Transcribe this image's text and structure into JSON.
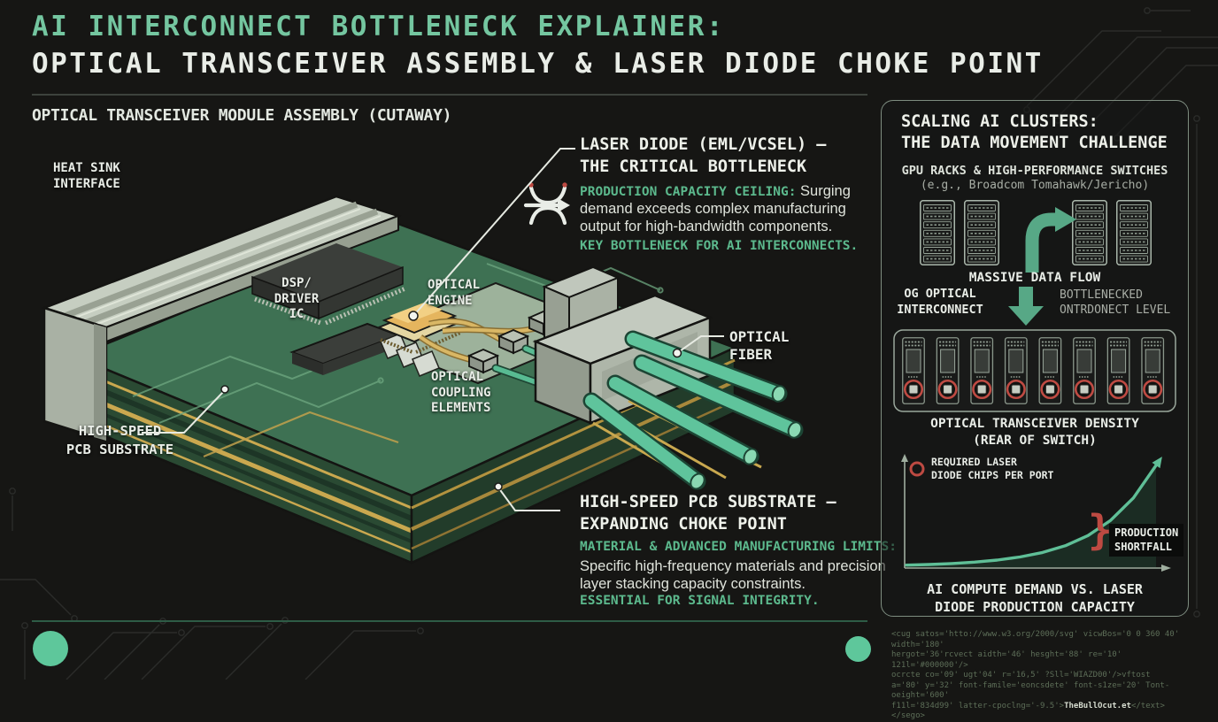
{
  "header": {
    "title_line1": "AI INTERCONNECT BOTTLENECK EXPLAINER:",
    "title_line2": "OPTICAL TRANSCEIVER ASSEMBLY & LASER DIODE CHOKE POINT"
  },
  "left": {
    "section_title": "OPTICAL TRANSCEIVER MODULE ASSEMBLY (CUTAWAY)",
    "labels": {
      "heat_sink": "HEAT SINK\nINTERFACE",
      "dsp": "DSP/\nDRIVER\nIC",
      "optical_engine": "OPTICAL\nENGINE",
      "coupling": "OPTICAL\nCOUPLING\nELEMENTS",
      "fiber": "OPTICAL FIBER",
      "pcb": "HIGH-SPEED\nPCB SUBSTRATE"
    },
    "laser_callout": {
      "title": "LASER DIODE (EML/VCSEL) –\nTHE CRITICAL BOTTLENECK",
      "lead": "PRODUCTION CAPACITY CEILING:",
      "body": " Surging demand exceeds complex manufacturing output for high-bandwidth components.",
      "footer": "KEY BOTTLENECK FOR AI INTERCONNECTS."
    },
    "pcb_callout": {
      "title": "HIGH-SPEED PCB SUBSTRATE –\nEXPANDING CHOKE POINT",
      "lead": "MATERIAL & ADVANCED MANUFACTURING LIMITS:",
      "body": "Specific high-frequency materials and precision layer stacking capacity constraints.",
      "footer": "ESSENTIAL FOR SIGNAL INTEGRITY."
    }
  },
  "panel": {
    "title": "SCALING AI CLUSTERS:\nTHE DATA MOVEMENT CHALLENGE",
    "racks_heading": "GPU RACKS & HIGH-PERFORMANCE SWITCHES",
    "racks_subheading": "(e.g., Broadcom Tomahawk/Jericho)",
    "flow_label": "MASSIVE DATA FLOW",
    "flow_left": "OG OPTICAL\nINTERCONNECT",
    "flow_right": "BOTTLENECKED\nONTRDONECT LEVEL",
    "density_label": "OPTICAL TRANSCEIVER DENSITY\n(REAR OF SWITCH)",
    "legend": "REQUIRED LASER\nDIODE CHIPS PER PORT",
    "brace": "}",
    "shortfall": "PRODUCTION\nSHORTFALL",
    "chart_caption": "AI COMPUTE DEMAND VS. LASER\nDIODE PRODUCTION CAPACITY"
  },
  "chart_data": {
    "type": "area",
    "title": "AI COMPUTE DEMAND VS. LASER DIODE PRODUCTION CAPACITY",
    "x": [
      0,
      1,
      2,
      3,
      4,
      5,
      6,
      7,
      8,
      9,
      10,
      11
    ],
    "series": [
      {
        "name": "REQUIRED LASER DIODE CHIPS PER PORT",
        "values": [
          1,
          1.3,
          1.8,
          2.5,
          3.5,
          5,
          7.2,
          10.5,
          15.5,
          23,
          34,
          50
        ]
      }
    ],
    "annotations": [
      "PRODUCTION SHORTFALL"
    ],
    "xlabel": "",
    "ylabel": "",
    "axis_ticks": "none",
    "legend_position": "top-left",
    "curve_color": "#5fbf97",
    "area_color": "#1b2c23",
    "annotation_color": "#bd4a42"
  },
  "artifact": {
    "lines": "<cug satos='htto://www.w3.org/2000/svg' vicwBos='0 0 360 40' width='180'\nhergot='36'rcvect aidth='46' hesght='88' re='10' 121l='#000000'/>\nocrcte co='09' ugt'04' r='16,5' ?Sll='WIAZD00'/>vftost\na='80' y='32' font-famile='eoncsdete' font-s1ze='20' Tont-oeight='600'",
    "tail_pre": "f11l='834d99' latter-cpoclng='-9.5'>",
    "brand": "TheBullOcut.et",
    "tail_post": "</text></sego>"
  },
  "colors": {
    "accent_green": "#74c6a0",
    "label_green": "#5cb98d",
    "alert_red": "#bd4a42",
    "fiber_teal": "#5fc49c"
  }
}
